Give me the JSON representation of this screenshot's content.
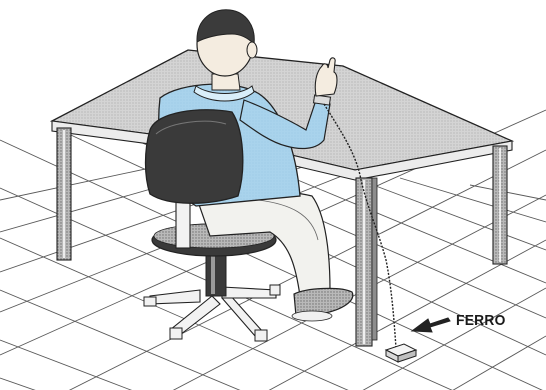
{
  "callout": {
    "label": "FERRO"
  },
  "colors": {
    "shirt": "#a9d3ec",
    "table_top": "#c9c9c9",
    "chair_back": "#3a3a3a",
    "hair": "#3b3b3b",
    "trousers": "#f2f2ee",
    "metal_block": "#e6e6e6"
  },
  "icons": [
    "arrow-icon",
    "wrist-strap-cord",
    "ground-block"
  ]
}
